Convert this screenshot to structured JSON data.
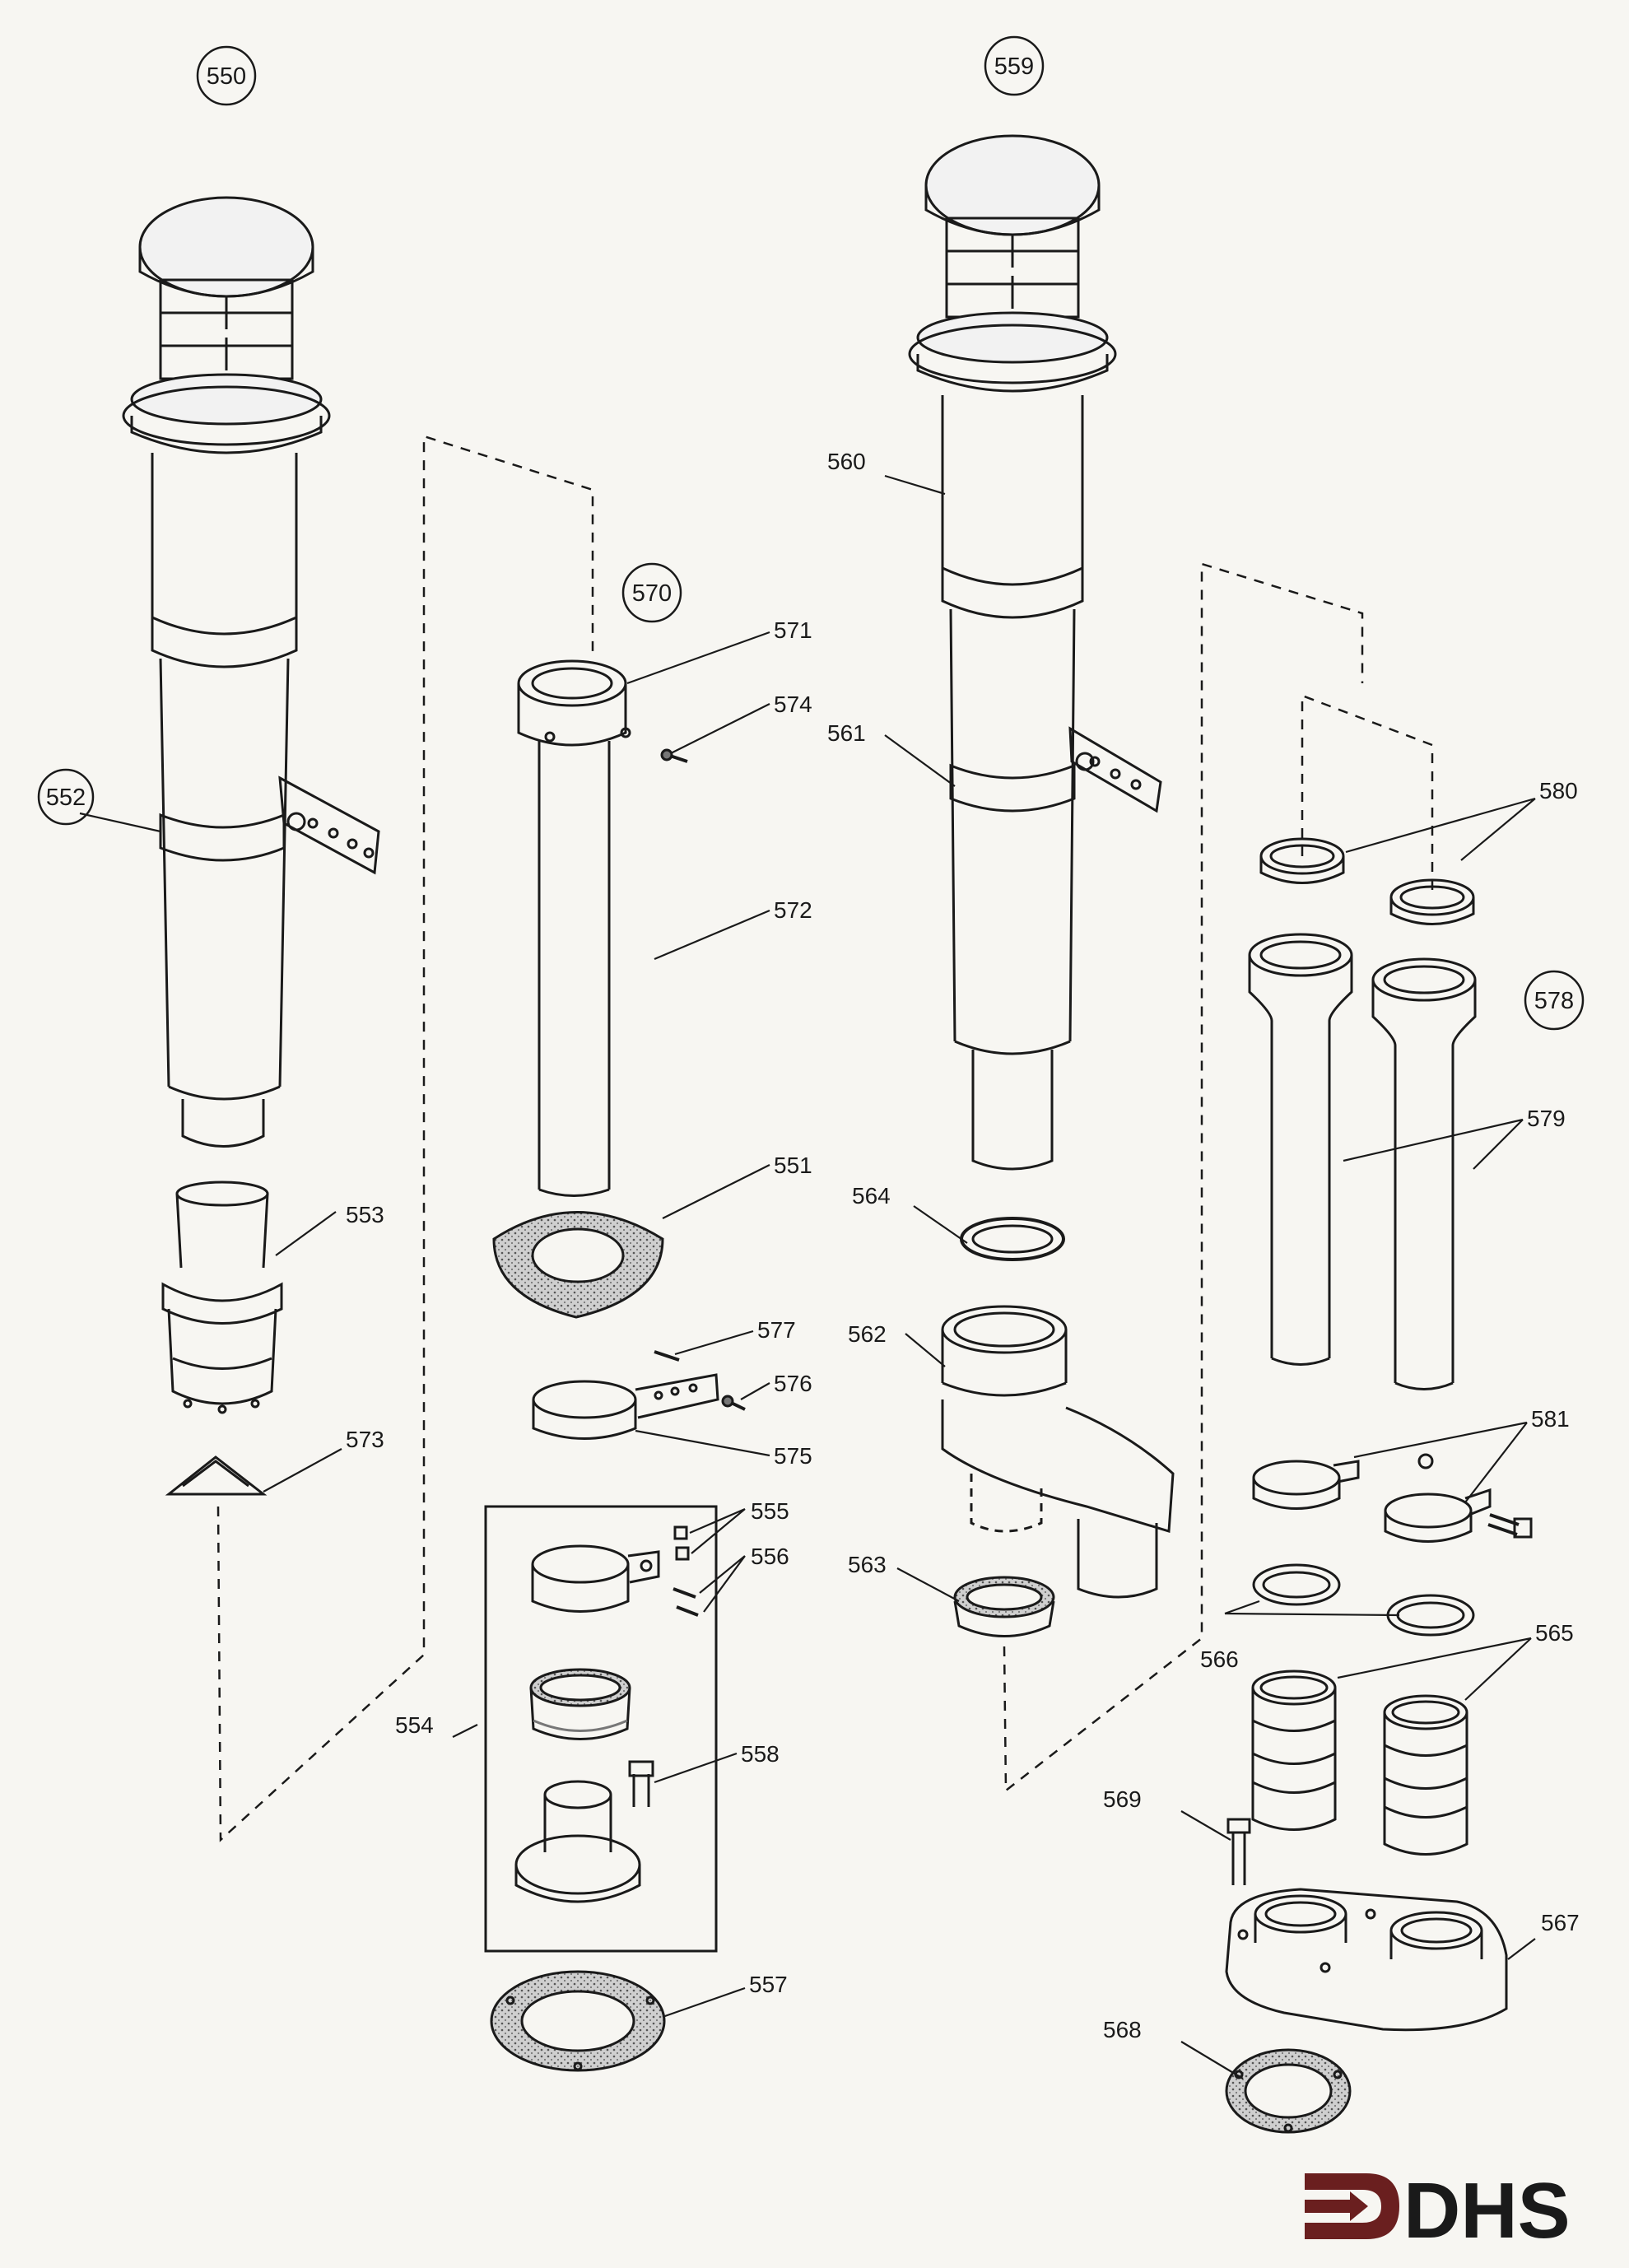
{
  "title": "",
  "assemblies": {
    "a550": "550",
    "a559": "559",
    "a570": "570",
    "a578": "578"
  },
  "labels": {
    "p551": "551",
    "p552": "552",
    "p553": "553",
    "p554": "554",
    "p555": "555",
    "p556": "556",
    "p557": "557",
    "p558": "558",
    "p560": "560",
    "p561": "561",
    "p562": "562",
    "p563": "563",
    "p564": "564",
    "p565": "565",
    "p566": "566",
    "p567": "567",
    "p568": "568",
    "p569": "569",
    "p571": "571",
    "p572": "572",
    "p573": "573",
    "p574": "574",
    "p575": "575",
    "p576": "576",
    "p577": "577",
    "p579": "579",
    "p580": "580",
    "p581": "581"
  },
  "logo": {
    "text": "DHS",
    "color": "#6a1f1f"
  },
  "colors": {
    "line": "#1a1a1a",
    "shade": "#b8b8b8",
    "paper": "#f7f6f2"
  }
}
